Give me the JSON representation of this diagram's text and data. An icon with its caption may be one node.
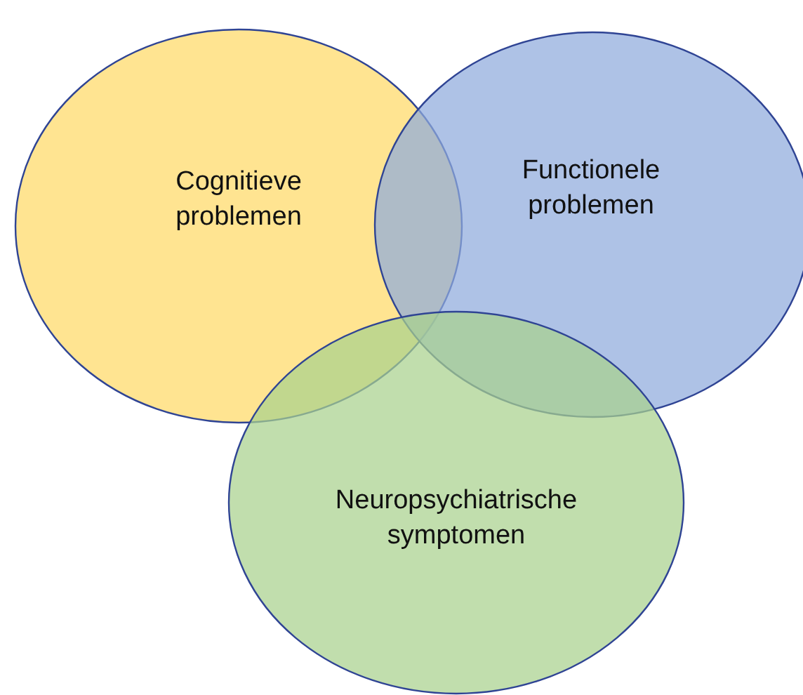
{
  "diagram": {
    "nodes": [
      {
        "text": [
          "Cognitieve problemen"
        ]
      },
      {
        "text": [
          "Functionele problemen"
        ]
      },
      {
        "text": [
          "Neuropsychiatrische symptomen"
        ]
      }
    ],
    "edges": []
  }
}
